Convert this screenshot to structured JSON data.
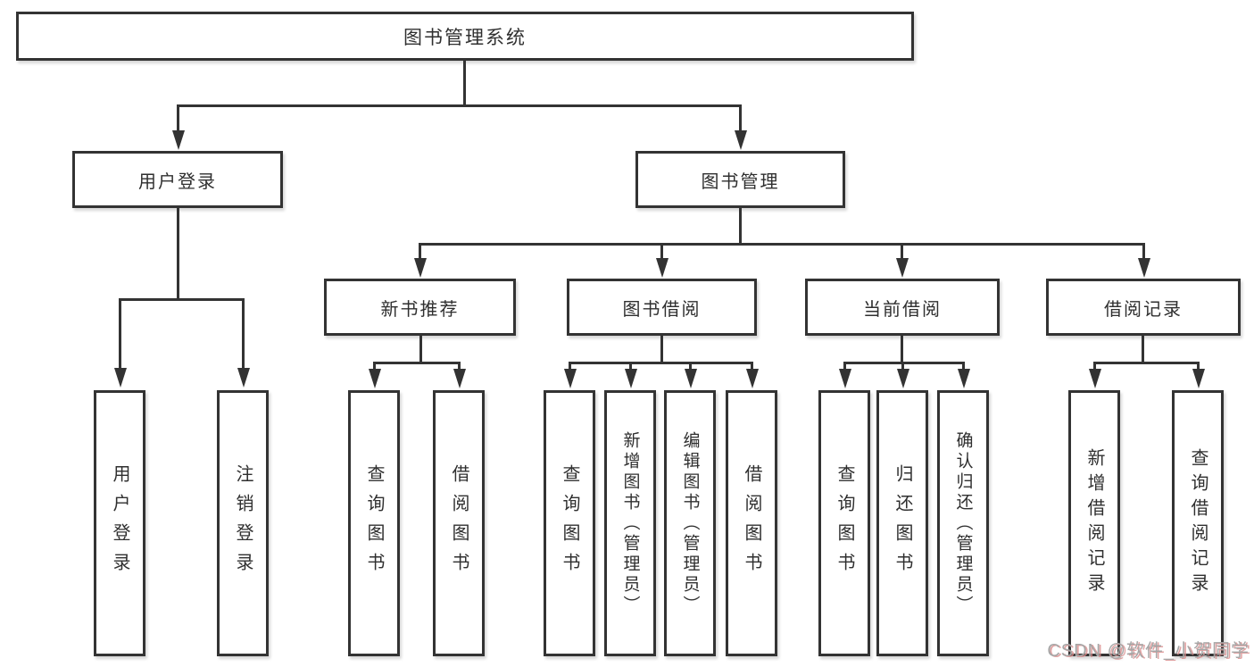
{
  "tree": {
    "root": {
      "label": "图书管理系统"
    },
    "branches": [
      {
        "label": "用户登录",
        "children": [
          {
            "label": "用户登录"
          },
          {
            "label": "注销登录"
          }
        ]
      },
      {
        "label": "图书管理",
        "children": [
          {
            "label": "新书推荐",
            "children": [
              {
                "label": "查询图书"
              },
              {
                "label": "借阅图书"
              }
            ]
          },
          {
            "label": "图书借阅",
            "children": [
              {
                "label": "查询图书"
              },
              {
                "label": "新增图书（管理员）"
              },
              {
                "label": "编辑图书（管理员）"
              },
              {
                "label": "借阅图书"
              }
            ]
          },
          {
            "label": "当前借阅",
            "children": [
              {
                "label": "查询图书"
              },
              {
                "label": "归还图书"
              },
              {
                "label": "确认归还（管理员）"
              }
            ]
          },
          {
            "label": "借阅记录",
            "children": [
              {
                "label": "新增借阅记录"
              },
              {
                "label": "查询借阅记录"
              }
            ]
          }
        ]
      }
    ]
  },
  "watermark": {
    "text": "CSDN @软件_小贺同学"
  },
  "colors": {
    "line": "#333333",
    "text": "#2f2f2f",
    "background": "#ffffff",
    "watermark": "#a6a6a6",
    "watermark_shadow": "#d98c8c"
  }
}
